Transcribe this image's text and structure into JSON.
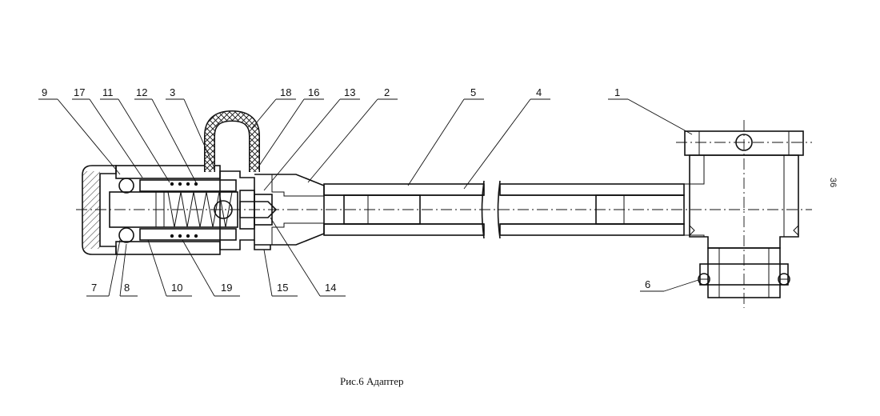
{
  "caption": "Рис.6 Адаптер",
  "page_number": "36",
  "callouts_top": [
    "9",
    "17",
    "11",
    "12",
    "3",
    "18",
    "16",
    "13",
    "2",
    "5",
    "4",
    "1"
  ],
  "callouts_bottom": [
    "7",
    "8",
    "10",
    "19",
    "15",
    "14"
  ],
  "callout_right": "6"
}
